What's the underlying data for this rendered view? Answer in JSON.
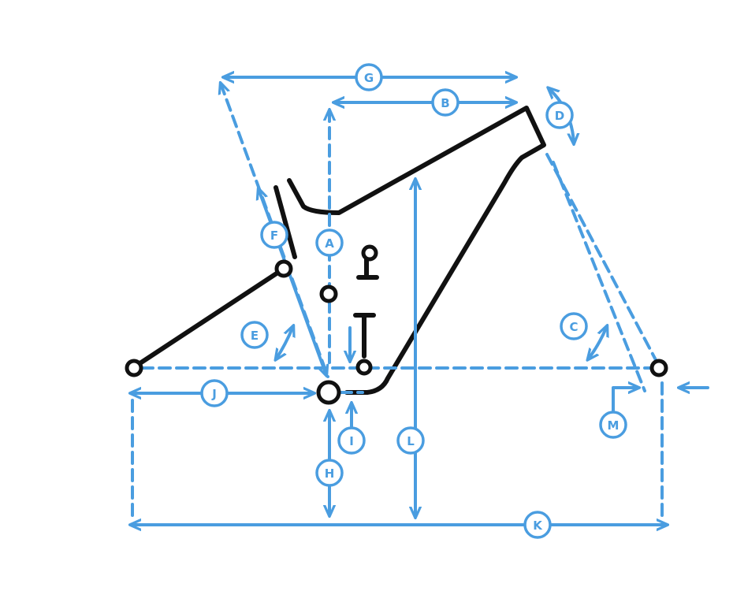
{
  "labels": {
    "A": "A",
    "B": "B",
    "C": "C",
    "D": "D",
    "E": "E",
    "F": "F",
    "G": "G",
    "H": "H",
    "I": "I",
    "J": "J",
    "K": "K",
    "L": "L",
    "M": "M"
  },
  "colors": {
    "frame": "#111111",
    "dimension": "#4a9de0",
    "background": "#ffffff"
  }
}
